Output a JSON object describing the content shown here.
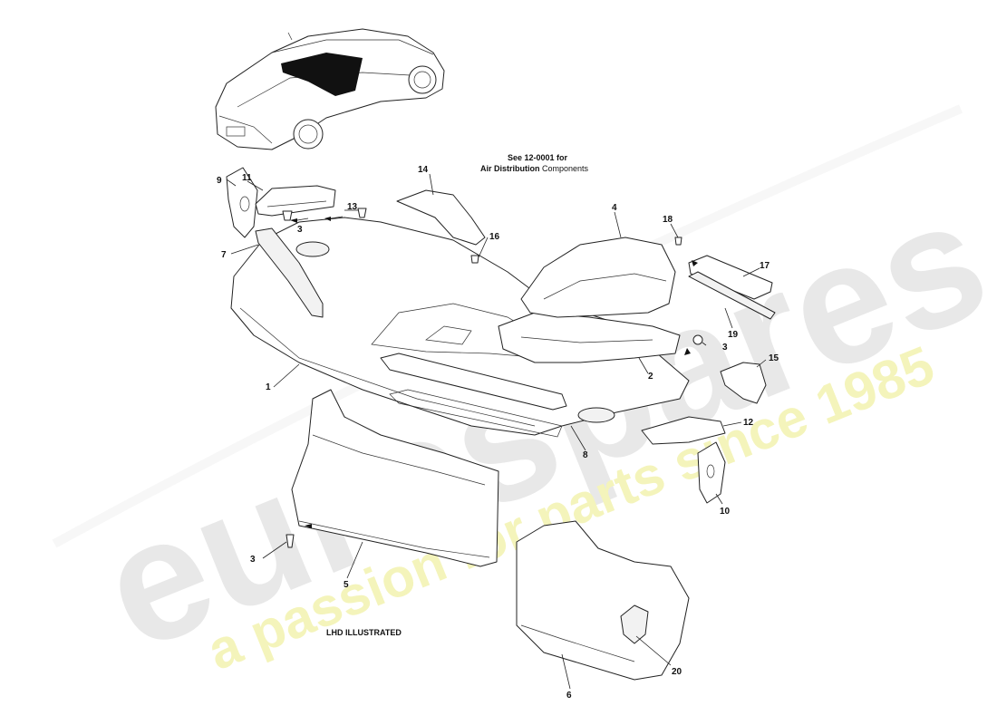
{
  "watermark": {
    "brand": "eurospares",
    "tagline": "a passion for parts since 1985",
    "brand_color": "#e4e4e4",
    "tagline_color": "#f3f3b0"
  },
  "captions": {
    "see_ref_line1": "See 12-0001 for",
    "see_ref_line2_bold": "Air Distribution",
    "see_ref_line2_rest": " Components",
    "lhd": "LHD ILLUSTRATED"
  },
  "callouts": {
    "c1": "1",
    "c2": "2",
    "c3a": "3",
    "c3b": "3",
    "c3c": "3",
    "c4": "4",
    "c5": "5",
    "c6": "6",
    "c7": "7",
    "c8": "8",
    "c9": "9",
    "c10": "10",
    "c11": "11",
    "c12": "12",
    "c13": "13",
    "c14": "14",
    "c15": "15",
    "c16": "16",
    "c17": "17",
    "c18": "18",
    "c19": "19",
    "c20": "20"
  },
  "icons": {
    "car": "car-thumbnail-icon",
    "arrow": "arrow-icon",
    "fastener": "fastener-icon"
  }
}
